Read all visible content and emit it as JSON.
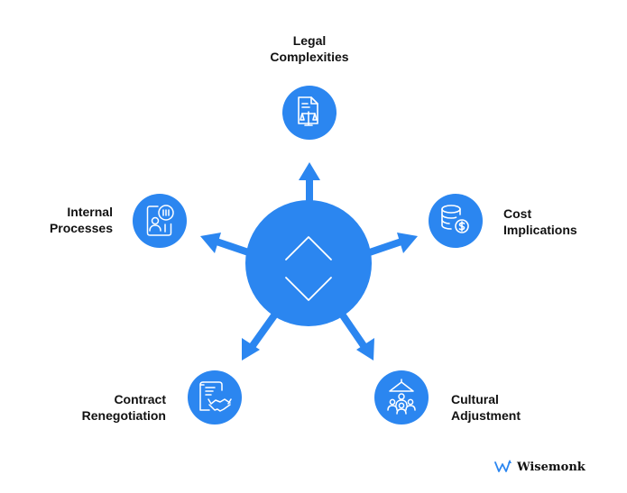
{
  "colors": {
    "accent": "#2B86F0",
    "icon_stroke": "#ffffff",
    "text": "#111111"
  },
  "nodes": [
    {
      "id": "legal",
      "lines": [
        "Legal",
        "Complexities"
      ],
      "icon": "legal-document-scale-icon"
    },
    {
      "id": "cost",
      "lines": [
        "Cost",
        "Implications"
      ],
      "icon": "coin-stack-dollar-icon"
    },
    {
      "id": "cultural",
      "lines": [
        "Cultural",
        "Adjustment"
      ],
      "icon": "team-umbrella-icon"
    },
    {
      "id": "contract",
      "lines": [
        "Contract",
        "Renegotiation"
      ],
      "icon": "contract-handshake-icon"
    },
    {
      "id": "internal",
      "lines": [
        "Internal",
        "Processes"
      ],
      "icon": "person-process-icon"
    }
  ],
  "center": {
    "icon": "diamond-chevrons-icon"
  },
  "brand": {
    "name": "Wisemonk",
    "icon": "wisemonk-logo-icon"
  }
}
